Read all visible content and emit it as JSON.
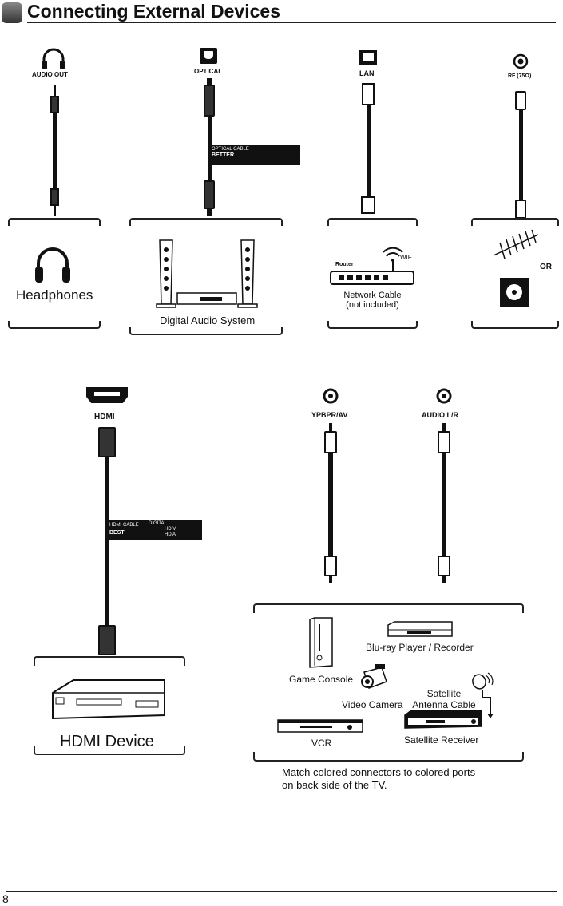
{
  "header": {
    "title": "Connecting External Devices"
  },
  "ports": {
    "audio_out": "AUDIO OUT",
    "optical": "OPTICAL",
    "lan": "LAN",
    "rf": "RF (75Ω)",
    "hdmi": "HDMI",
    "ypbpr": "YPBPR/AV",
    "audio_lr": "AUDIO L/R"
  },
  "tags": {
    "optical": {
      "line1": "OPTICAL CABLE",
      "line2": "BETTER"
    },
    "hdmi": {
      "line1": "HDMI CABLE",
      "line2": "BEST",
      "line3": "DIGITAL",
      "line4": "HD V",
      "line5": "HD A"
    }
  },
  "devices": {
    "headphones": "Headphones",
    "digital_audio": "Digital Audio System",
    "router": "Router",
    "wifi": "WIF",
    "network_cable": "Network Cable",
    "not_included": "(not included)",
    "or": "OR",
    "hdmi_device": "HDMI Device",
    "bluray": "Blu-ray Player / Recorder",
    "game_console": "Game Console",
    "video_camera": "Video Camera",
    "satellite_cable_1": "Satellite",
    "satellite_cable_2": "Antenna Cable",
    "vcr": "VCR",
    "satellite_receiver": "Satellite Receiver"
  },
  "note": {
    "line1": "Match colored connectors to colored ports",
    "line2": "on back side of the TV."
  },
  "footer": {
    "page_number": "8"
  }
}
